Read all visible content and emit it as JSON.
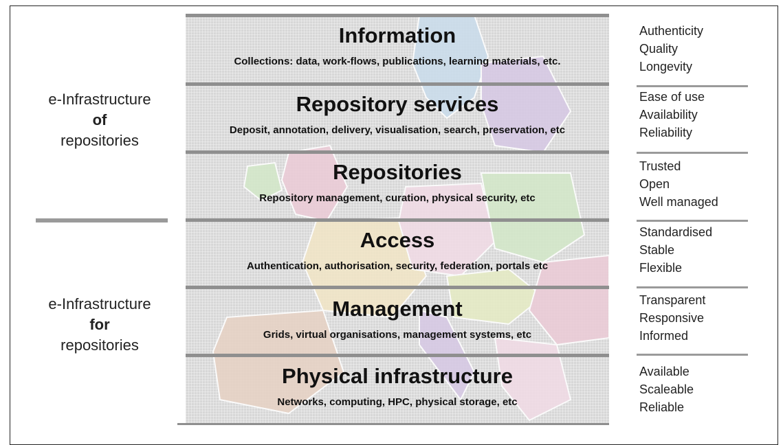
{
  "left_groups": {
    "of": {
      "line1": "e-Infrastructure",
      "line2": "of",
      "line3": "repositories"
    },
    "for": {
      "line1": "e-Infrastructure",
      "line2": "for",
      "line3": "repositories"
    }
  },
  "layers": [
    {
      "title": "Information",
      "subtitle": "Collections: data, work-flows, publications, learning materials, etc."
    },
    {
      "title": "Repository services",
      "subtitle": "Deposit, annotation, delivery, visualisation, search, preservation, etc"
    },
    {
      "title": "Repositories",
      "subtitle": "Repository management, curation, physical security, etc"
    },
    {
      "title": "Access",
      "subtitle": "Authentication, authorisation, security, federation, portals etc"
    },
    {
      "title": "Management",
      "subtitle": "Grids, virtual organisations, management systems, etc"
    },
    {
      "title": "Physical infrastructure",
      "subtitle": "Networks, computing, HPC, physical storage, etc"
    }
  ],
  "qualities": [
    [
      "Authenticity",
      "Quality",
      "Longevity"
    ],
    [
      "Ease of use",
      "Availability",
      "Reliability"
    ],
    [
      "Trusted",
      "Open",
      "Well managed"
    ],
    [
      "Standardised",
      "Stable",
      "Flexible"
    ],
    [
      "Transparent",
      "Responsive",
      "Informed"
    ],
    [
      "Available",
      "Scaleable",
      "Reliable"
    ]
  ],
  "colors": {
    "map_background": "#d7d7d7",
    "divider": "#8f8f8f",
    "country_fills": [
      "#c9dcec",
      "#d6c8e4",
      "#eccbd6",
      "#f2e6c6",
      "#d3e8c8",
      "#e7d2c4",
      "#f1dbe6",
      "#e6ecc4"
    ]
  }
}
